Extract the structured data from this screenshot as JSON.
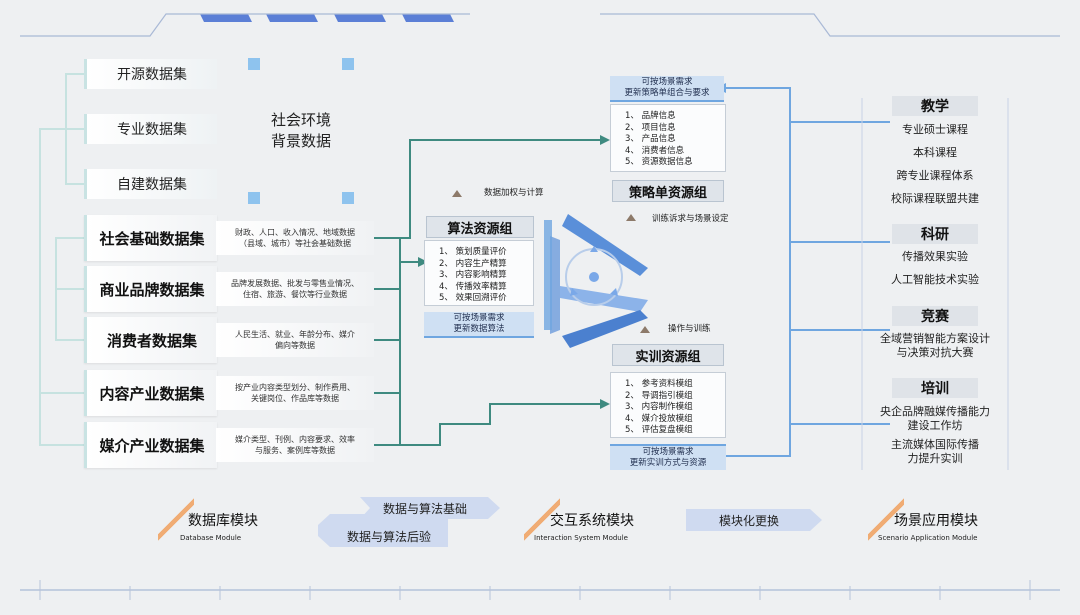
{
  "left_small": [
    "开源数据集",
    "专业数据集",
    "自建数据集"
  ],
  "social_box": {
    "line1": "社会环境",
    "line2": "背景数据"
  },
  "datasets": [
    {
      "title": "社会基础数据集",
      "desc1": "财政、人口、收入情况、地域数据",
      "desc2": "（县域、城市）等社会基础数据"
    },
    {
      "title": "商业品牌数据集",
      "desc1": "品牌发展数据、批发与零售业情况、",
      "desc2": "住宿、旅游、餐饮等行业数据"
    },
    {
      "title": "消费者数据集",
      "desc1": "人民生活、就业、年龄分布、媒介",
      "desc2": "偏向等数据"
    },
    {
      "title": "内容产业数据集",
      "desc1": "按产业内容类型划分、制作费用、",
      "desc2": "关键岗位、作品库等数据"
    },
    {
      "title": "媒介产业数据集",
      "desc1": "媒介类型、刊例、内容要求、效率",
      "desc2": "与服务、案例库等数据"
    }
  ],
  "strategy": {
    "note1": "可按场景需求",
    "note2": "更新策略单组合与要求",
    "items": [
      "1、 品牌信息",
      "2、 项目信息",
      "3、 产品信息",
      "4、 消费者信息",
      "5、 资源数据信息"
    ],
    "title": "策略单资源组"
  },
  "algorithm": {
    "title": "算法资源组",
    "items": [
      "1、 策划质量评价",
      "2、 内容生产精算",
      "3、 内容影响精算",
      "4、 传播效率精算",
      "5、 效果回溯评价"
    ],
    "note1": "可按场景需求",
    "note2": "更新数据算法"
  },
  "training": {
    "title": "实训资源组",
    "items": [
      "1、 参考资料模组",
      "2、 导调指引模组",
      "3、 内容制作模组",
      "4、 媒介投放模组",
      "5、 评估复盘模组"
    ],
    "note1": "可按场景需求",
    "note2": "更新实训方式与资源"
  },
  "center_labels": {
    "data_weight": "数据加权与计算",
    "training_demand": "训练诉求与场景设定",
    "operation": "操作与训练"
  },
  "applications": [
    {
      "title": "教学",
      "items": [
        "专业硕士课程",
        "本科课程",
        "跨专业课程体系",
        "校际课程联盟共建"
      ]
    },
    {
      "title": "科研",
      "items": [
        "传播效果实验",
        "人工智能技术实验"
      ]
    },
    {
      "title": "竞赛",
      "items": [
        "全域营销智能方案设计",
        "与决策对抗大赛"
      ]
    },
    {
      "title": "培训",
      "items": [
        "央企品牌融媒传播能力",
        "建设工作坊",
        "主流媒体国际传播",
        "力提升实训"
      ]
    }
  ],
  "modules": [
    {
      "zh": "数据库模块",
      "en": "Database Module"
    },
    {
      "zh": "交互系统模块",
      "en": "Interaction System Module"
    },
    {
      "zh": "场景应用模块",
      "en": "Scenario Application Module"
    }
  ],
  "arrows": {
    "data_algo_basis": "数据与算法基础",
    "data_algo_verify": "数据与算法后验",
    "modular_swap": "模块化更换"
  },
  "colors": {
    "green_line": "#3e8a80",
    "blue_line": "#6fa6e0",
    "light_line": "#c6e2e0",
    "accent_orange": "#f0a466"
  }
}
